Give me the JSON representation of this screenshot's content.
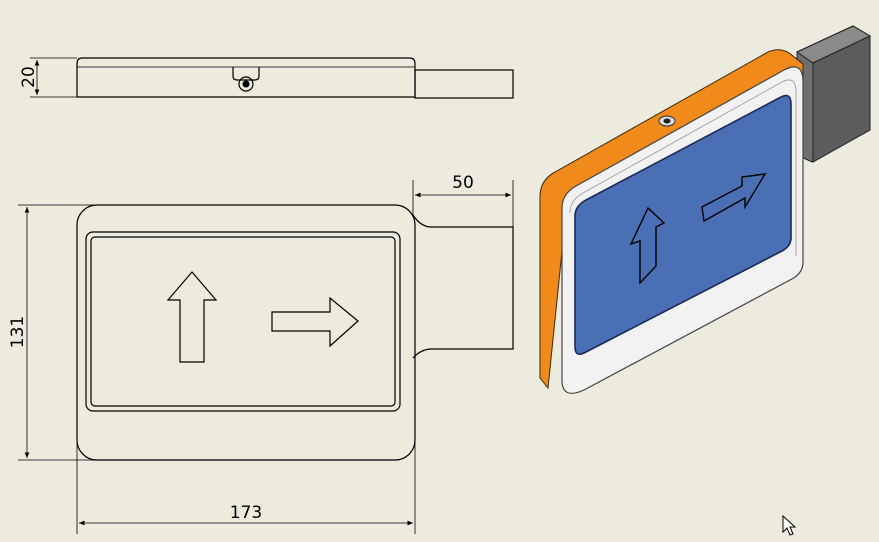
{
  "dimensions": {
    "thickness": "20",
    "width": "173",
    "height": "131",
    "tab_length": "50"
  },
  "colors": {
    "background": "#ecebde",
    "face_blue": "#4a6fb5",
    "housing_orange": "#f08a1a",
    "frame_white": "#f2f2f2",
    "tab_gray": "#6f6f6f"
  },
  "icons": {
    "cursor": "mouse-pointer-icon",
    "arrow_up": "arrow-up-icon",
    "arrow_right": "arrow-right-icon"
  }
}
